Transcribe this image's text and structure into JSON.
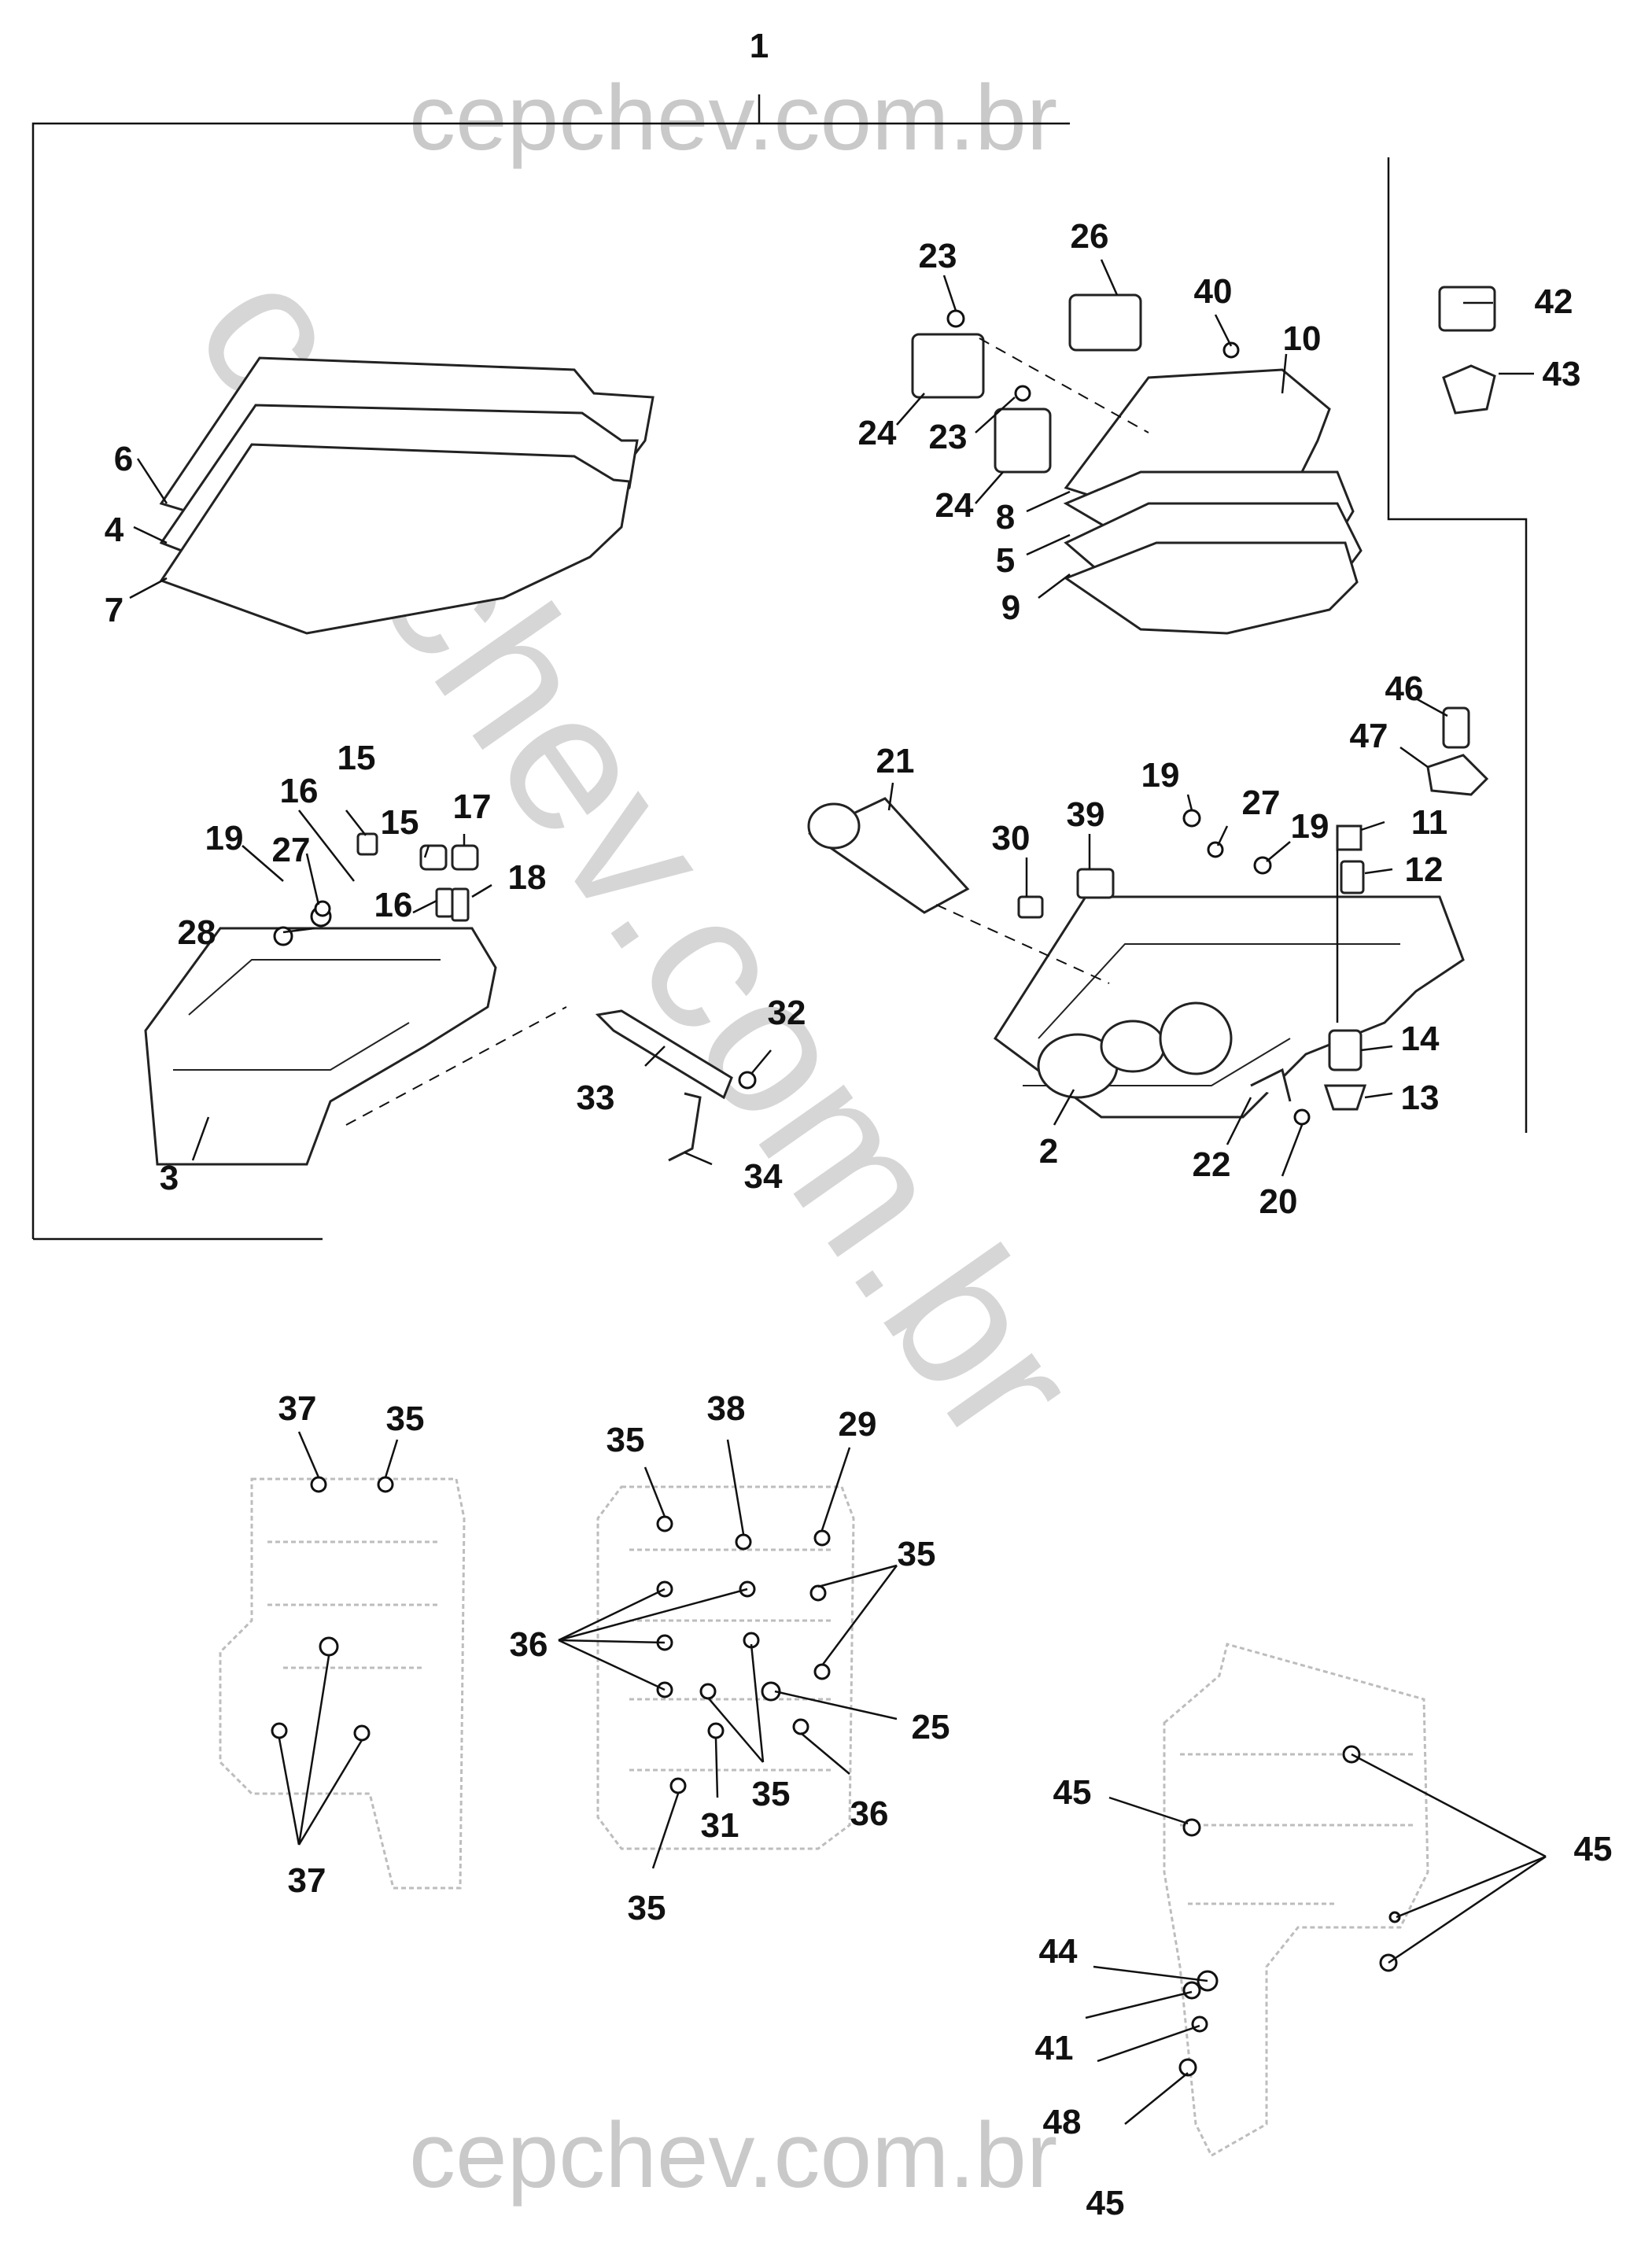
{
  "watermark": {
    "top": "cepchev.com.br",
    "bottom": "cepchev.com.br",
    "diagonal": "cepchev.com.br"
  },
  "assembly_label": "1",
  "callouts": [
    {
      "id": "c-1",
      "text": "1"
    },
    {
      "id": "c-2",
      "text": "2"
    },
    {
      "id": "c-3",
      "text": "3"
    },
    {
      "id": "c-4",
      "text": "4"
    },
    {
      "id": "c-5",
      "text": "5"
    },
    {
      "id": "c-6",
      "text": "6"
    },
    {
      "id": "c-7",
      "text": "7"
    },
    {
      "id": "c-8",
      "text": "8"
    },
    {
      "id": "c-9",
      "text": "9"
    },
    {
      "id": "c-10",
      "text": "10"
    },
    {
      "id": "c-11",
      "text": "11"
    },
    {
      "id": "c-12",
      "text": "12"
    },
    {
      "id": "c-13",
      "text": "13"
    },
    {
      "id": "c-14",
      "text": "14"
    },
    {
      "id": "c-15a",
      "text": "15"
    },
    {
      "id": "c-15b",
      "text": "15"
    },
    {
      "id": "c-16a",
      "text": "16"
    },
    {
      "id": "c-16b",
      "text": "16"
    },
    {
      "id": "c-17",
      "text": "17"
    },
    {
      "id": "c-18",
      "text": "18"
    },
    {
      "id": "c-19a",
      "text": "19"
    },
    {
      "id": "c-19b",
      "text": "19"
    },
    {
      "id": "c-19c",
      "text": "19"
    },
    {
      "id": "c-20",
      "text": "20"
    },
    {
      "id": "c-21",
      "text": "21"
    },
    {
      "id": "c-22",
      "text": "22"
    },
    {
      "id": "c-23a",
      "text": "23"
    },
    {
      "id": "c-23b",
      "text": "23"
    },
    {
      "id": "c-24a",
      "text": "24"
    },
    {
      "id": "c-24b",
      "text": "24"
    },
    {
      "id": "c-25",
      "text": "25"
    },
    {
      "id": "c-26",
      "text": "26"
    },
    {
      "id": "c-27a",
      "text": "27"
    },
    {
      "id": "c-27b",
      "text": "27"
    },
    {
      "id": "c-28",
      "text": "28"
    },
    {
      "id": "c-29",
      "text": "29"
    },
    {
      "id": "c-30",
      "text": "30"
    },
    {
      "id": "c-31",
      "text": "31"
    },
    {
      "id": "c-32",
      "text": "32"
    },
    {
      "id": "c-33",
      "text": "33"
    },
    {
      "id": "c-34",
      "text": "34"
    },
    {
      "id": "c-35a",
      "text": "35"
    },
    {
      "id": "c-35b",
      "text": "35"
    },
    {
      "id": "c-35c",
      "text": "35"
    },
    {
      "id": "c-35d",
      "text": "35"
    },
    {
      "id": "c-35e",
      "text": "35"
    },
    {
      "id": "c-36a",
      "text": "36"
    },
    {
      "id": "c-36b",
      "text": "36"
    },
    {
      "id": "c-37a",
      "text": "37"
    },
    {
      "id": "c-37b",
      "text": "37"
    },
    {
      "id": "c-38",
      "text": "38"
    },
    {
      "id": "c-39",
      "text": "39"
    },
    {
      "id": "c-40",
      "text": "40"
    },
    {
      "id": "c-41",
      "text": "41"
    },
    {
      "id": "c-42",
      "text": "42"
    },
    {
      "id": "c-43",
      "text": "43"
    },
    {
      "id": "c-44",
      "text": "44"
    },
    {
      "id": "c-45a",
      "text": "45"
    },
    {
      "id": "c-45b",
      "text": "45"
    },
    {
      "id": "c-45c",
      "text": "45"
    },
    {
      "id": "c-46",
      "text": "46"
    },
    {
      "id": "c-47",
      "text": "47"
    },
    {
      "id": "c-48",
      "text": "48"
    }
  ]
}
